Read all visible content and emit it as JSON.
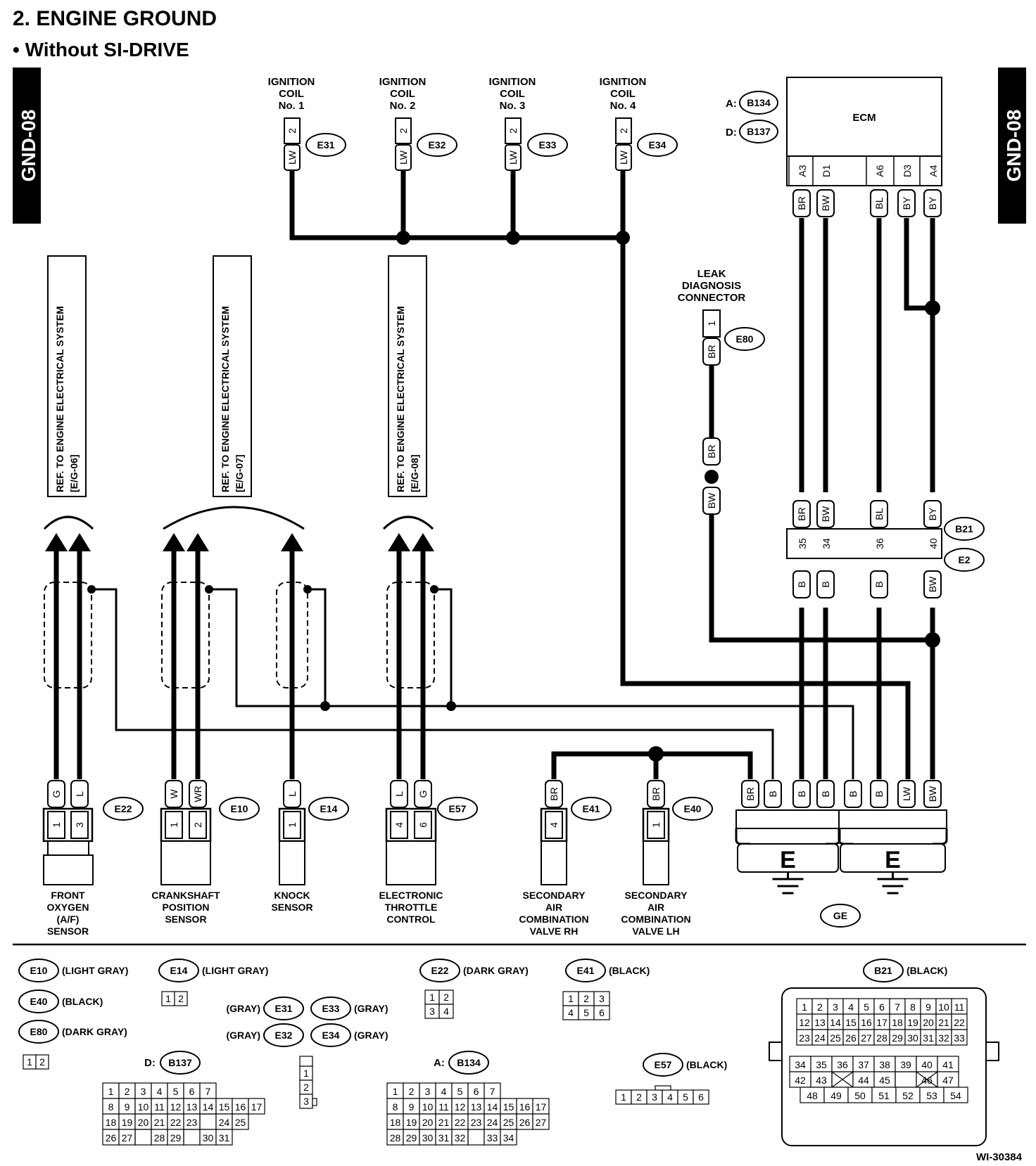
{
  "header": {
    "title": "2.  ENGINE GROUND",
    "subtitle": "•  Without SI-DRIVE"
  },
  "tab_label": "GND-08",
  "figure_id": "WI-30384",
  "ignition_coils": [
    {
      "name": "IGNITION\nCOIL\nNo. 1",
      "pin": "2",
      "wire": "LW",
      "connector": "E31"
    },
    {
      "name": "IGNITION\nCOIL\nNo. 2",
      "pin": "2",
      "wire": "LW",
      "connector": "E32"
    },
    {
      "name": "IGNITION\nCOIL\nNo. 3",
      "pin": "2",
      "wire": "LW",
      "connector": "E33"
    },
    {
      "name": "IGNITION\nCOIL\nNo. 4",
      "pin": "2",
      "wire": "LW",
      "connector": "E34"
    }
  ],
  "ecm": {
    "label": "ECM",
    "connectors": [
      {
        "prefix": "A:",
        "id": "B134"
      },
      {
        "prefix": "D:",
        "id": "B137"
      }
    ],
    "pins": [
      "A3",
      "D1",
      "A6",
      "D3",
      "A4"
    ],
    "wires": [
      "BR",
      "BW",
      "BL",
      "BY",
      "BY"
    ]
  },
  "leak": {
    "name": "LEAK\nDIAGNOSIS\nCONNECTOR",
    "pin": "1",
    "wire_top": "BR",
    "wire_mid1": "BR",
    "wire_mid2": "BW",
    "connector": "E80"
  },
  "ref_boxes": [
    {
      "line1": "REF. TO ENGINE ELECTRICAL SYSTEM",
      "line2": "[E/G-06]"
    },
    {
      "line1": "REF. TO ENGINE ELECTRICAL SYSTEM",
      "line2": "[E/G-07]"
    },
    {
      "line1": "REF. TO ENGINE ELECTRICAL SYSTEM",
      "line2": "[E/G-08]"
    }
  ],
  "junction": {
    "upper_wires": [
      "BR",
      "BW",
      "BL",
      "BY"
    ],
    "pins": [
      "35",
      "34",
      "36",
      "40"
    ],
    "lower_wires": [
      "B",
      "B",
      "B",
      "BW"
    ],
    "ids": [
      "B21",
      "E2"
    ]
  },
  "sensors": [
    {
      "name": "FRONT\nOXYGEN\n(A/F)\nSENSOR",
      "wires": [
        "G",
        "L"
      ],
      "pins": [
        "1",
        "3"
      ],
      "connector": "E22"
    },
    {
      "name": "CRANKSHAFT\nPOSITION\nSENSOR",
      "wires": [
        "W",
        "WR"
      ],
      "pins": [
        "1",
        "2"
      ],
      "connector": "E10"
    },
    {
      "name": "KNOCK\nSENSOR",
      "wires": [
        "L"
      ],
      "pins": [
        "1"
      ],
      "connector": "E14"
    },
    {
      "name": "ELECTRONIC\nTHROTTLE\nCONTROL",
      "wires": [
        "L",
        "G"
      ],
      "pins": [
        "4",
        "6"
      ],
      "connector": "E57"
    },
    {
      "name": "SECONDARY\nAIR\nCOMBINATION\nVALVE RH",
      "wires": [
        "BR"
      ],
      "pins": [
        "4"
      ],
      "connector": "E41"
    },
    {
      "name": "SECONDARY\nAIR\nCOMBINATION\nVALVE LH",
      "wires": [
        "BR"
      ],
      "pins": [
        "1"
      ],
      "connector": "E40"
    }
  ],
  "ground": {
    "left_wires": [
      "BR",
      "B",
      "B",
      "B"
    ],
    "right_wires": [
      "B",
      "B",
      "LW",
      "BW"
    ],
    "symbol": "E",
    "label": "GE"
  },
  "legend": {
    "E10": "(LIGHT GRAY)",
    "E14": "(LIGHT GRAY)",
    "E22": "(DARK GRAY)",
    "E41": "(BLACK)",
    "B21": "(BLACK)",
    "E40": "(BLACK)",
    "E80": "(DARK GRAY)",
    "E31": "(GRAY)",
    "E33": "(GRAY)",
    "E32": "(GRAY)",
    "E34": "(GRAY)",
    "E57": "(BLACK)",
    "D_prefix": "D:",
    "D_id": "B137",
    "A_prefix": "A:",
    "A_id": "B134",
    "E80_pins": [
      "1",
      "2"
    ],
    "E14_pins": [
      "1",
      "2"
    ],
    "E22_pins": [
      "1",
      "2",
      "3",
      "4"
    ],
    "E41_pins": [
      "1",
      "2",
      "3",
      "4",
      "5",
      "6"
    ],
    "E57_pins": [
      "1",
      "2",
      "3",
      "4",
      "5",
      "6"
    ],
    "E31_pins": [
      "1",
      "2",
      "3"
    ],
    "B137_rows": [
      [
        "1",
        "2",
        "3",
        "4",
        "5",
        "6",
        "7"
      ],
      [
        "8",
        "9",
        "10",
        "11",
        "12",
        "13",
        "14",
        "15",
        "16",
        "17"
      ],
      [
        "18",
        "19",
        "20",
        "21",
        "22",
        "23",
        "",
        "24",
        "25"
      ],
      [
        "26",
        "27",
        "",
        "28",
        "29",
        "",
        "30",
        "31"
      ]
    ],
    "B134_rows": [
      [
        "1",
        "2",
        "3",
        "4",
        "5",
        "6",
        "7"
      ],
      [
        "8",
        "9",
        "10",
        "11",
        "12",
        "13",
        "14",
        "15",
        "16",
        "17"
      ],
      [
        "18",
        "19",
        "20",
        "21",
        "22",
        "23",
        "24",
        "25",
        "26",
        "27"
      ],
      [
        "28",
        "29",
        "30",
        "31",
        "32",
        "",
        "33",
        "34"
      ]
    ],
    "B21_rows": [
      [
        "1",
        "2",
        "3",
        "4",
        "5",
        "6",
        "7",
        "8",
        "9",
        "10",
        "11"
      ],
      [
        "12",
        "13",
        "14",
        "15",
        "16",
        "17",
        "18",
        "19",
        "20",
        "21",
        "22"
      ],
      [
        "23",
        "24",
        "25",
        "26",
        "27",
        "28",
        "29",
        "30",
        "31",
        "32",
        "33"
      ],
      [
        "34",
        "35",
        "36",
        "37",
        "38",
        "39",
        "40",
        "41"
      ],
      [
        "42",
        "43",
        "",
        "44",
        "45",
        "",
        "46",
        "47"
      ],
      [
        "48",
        "49",
        "50",
        "51",
        "52",
        "53",
        "54"
      ]
    ]
  }
}
